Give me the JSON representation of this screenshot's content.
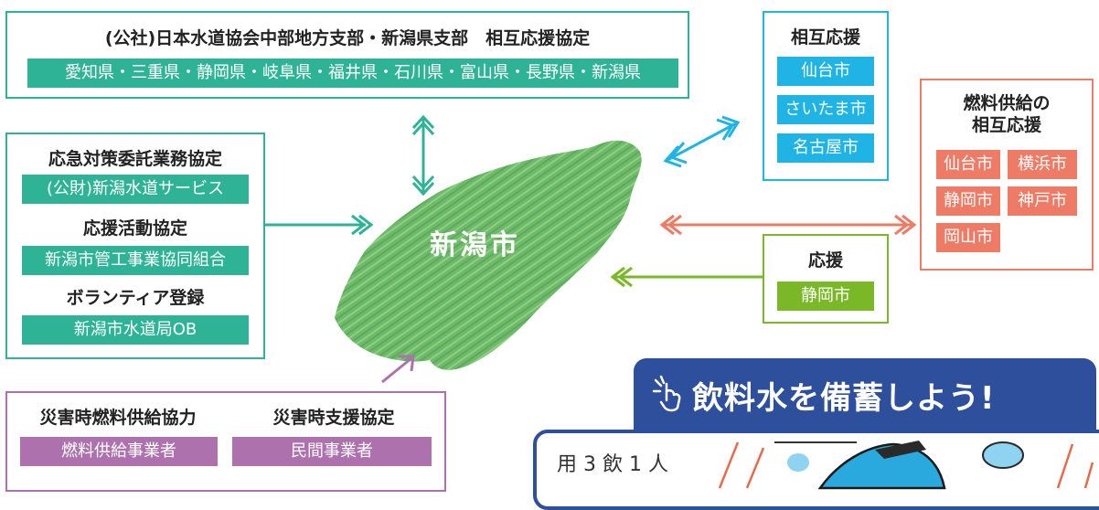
{
  "top_box": {
    "title": "(公社)日本水道協会中部地方支部・新潟県支部　相互応援協定",
    "pill": "愛知県・三重県・静岡県・岐阜県・福井県・石川県・富山県・長野県・新潟県"
  },
  "left_box": {
    "heading1": "応急対策委託業務協定",
    "pill1": "(公財)新潟水道サービス",
    "heading2": "応援活動協定",
    "pill2": "新潟市管工事業協同組合",
    "heading3": "ボランティア登録",
    "pill3": "新潟市水道局OB"
  },
  "bottom_left_box": {
    "heading1": "災害時燃料供給協力",
    "heading2": "災害時支援協定",
    "pill1": "燃料供給事業者",
    "pill2": "民間事業者"
  },
  "center": {
    "label": "新潟市"
  },
  "mutual_aid_box": {
    "title": "相互応援",
    "cities": [
      "仙台市",
      "さいたま市",
      "名古屋市"
    ]
  },
  "fuel_box": {
    "title_line1": "燃料供給の",
    "title_line2": "相互応援",
    "cities": [
      "仙台市",
      "横浜市",
      "静岡市",
      "神戸市",
      "岡山市"
    ]
  },
  "support_box": {
    "title": "応援",
    "pill": "静岡市"
  },
  "banner": {
    "text": "飲料水を備蓄しよう!",
    "background": "#2e4f9c"
  },
  "panel_text": "用 3 飲 1 人",
  "colors": {
    "teal": "#2fb396",
    "cyan": "#1fb4e4",
    "salmon": "#ee7b66",
    "green": "#7ab828",
    "purple": "#ad72ae"
  }
}
